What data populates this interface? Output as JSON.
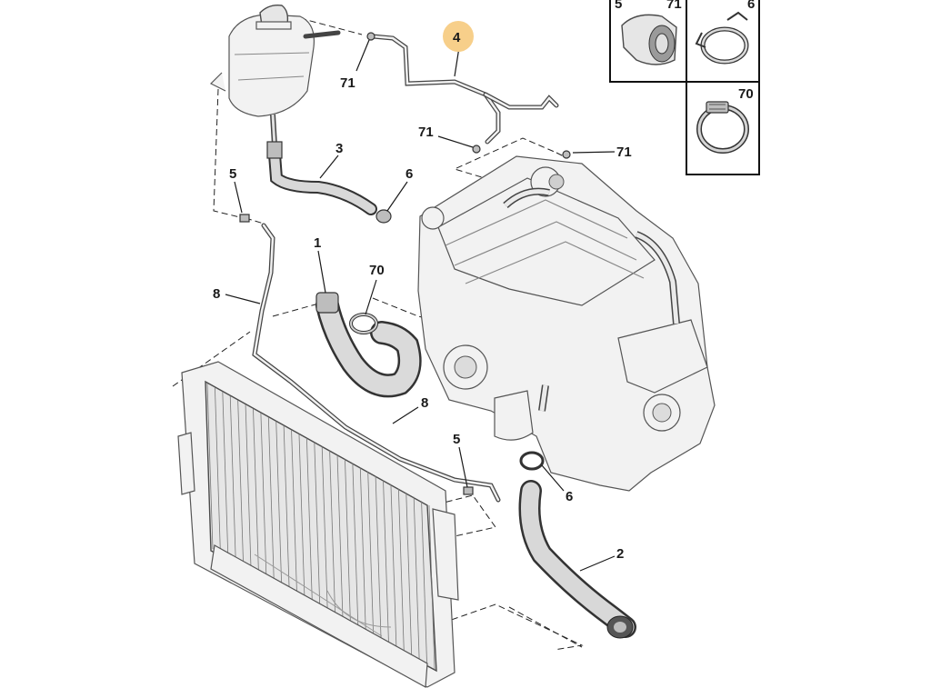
{
  "diagram": {
    "highlight_color": "#f7cf8a",
    "line_color": "#1a1a1a",
    "callouts": {
      "c4": "4",
      "c71_tank": "71",
      "c71_mid": "71",
      "c71_right": "71",
      "c3": "3",
      "c6_upper": "6",
      "c5_upper": "5",
      "c1": "1",
      "c70": "70",
      "c8_left": "8",
      "c8_mid": "8",
      "c5_lower": "5",
      "c6_lower": "6",
      "c2": "2"
    },
    "legend": {
      "cell_5": "5",
      "cell_71": "71",
      "cell_6": "6",
      "cell_70": "70"
    }
  }
}
